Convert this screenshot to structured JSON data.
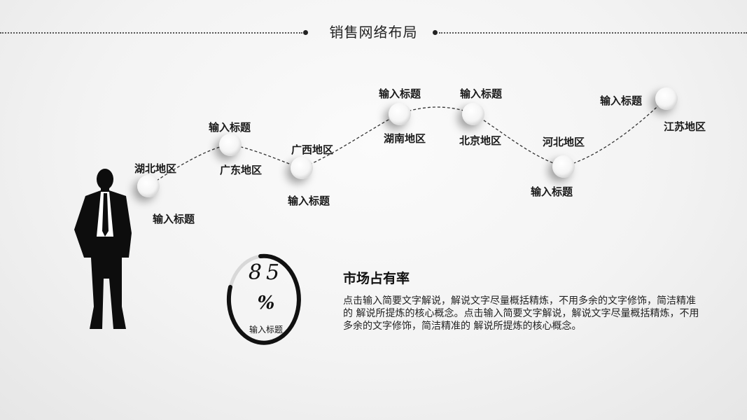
{
  "header": {
    "title": "销售网络布局"
  },
  "network": {
    "nodes": [
      {
        "region": "湖北地区",
        "caption": "输入标题"
      },
      {
        "region": "广东地区",
        "caption": "输入标题"
      },
      {
        "region": "广西地区",
        "caption": "输入标题"
      },
      {
        "region": "湖南地区",
        "caption": "输入标题"
      },
      {
        "region": "北京地区",
        "caption": "输入标题"
      },
      {
        "region": "河北地区",
        "caption": "输入标题"
      },
      {
        "region": "江苏地区",
        "caption": "输入标题"
      }
    ]
  },
  "gauge": {
    "value": "85",
    "unit": "%",
    "label": "输入标题",
    "percent": 85
  },
  "market": {
    "title": "市场占有率",
    "body": "点击输入简要文字解说，解说文字尽量概括精炼，不用多余的文字修饰，简洁精准的 解说所提炼的核心概念。点击输入简要文字解说，解说文字尽量概括精炼，不用多余的文字修饰，简洁精准的 解说所提炼的核心概念。"
  },
  "colors": {
    "accent": "#111111",
    "track": "#d8d8d8",
    "background": "#f3f3f3"
  }
}
